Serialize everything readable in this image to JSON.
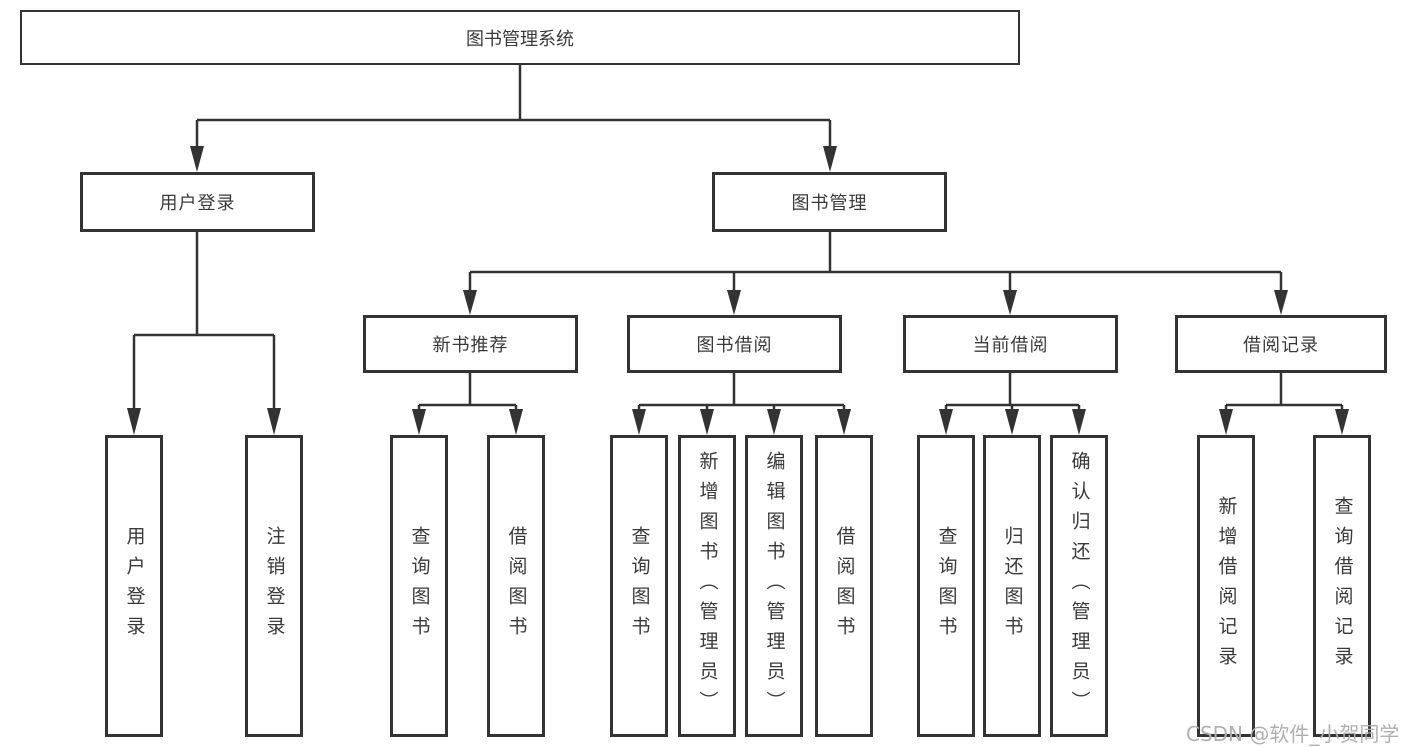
{
  "diagram": {
    "type": "hierarchy-tree",
    "root": {
      "label": "图书管理系统"
    },
    "level2": {
      "user_login": {
        "label": "用户登录"
      },
      "book_mgmt": {
        "label": "图书管理"
      }
    },
    "level3": {
      "new_book_rec": {
        "label": "新书推荐"
      },
      "book_borrow": {
        "label": "图书借阅"
      },
      "current_borrow": {
        "label": "当前借阅"
      },
      "borrow_record": {
        "label": "借阅记录"
      }
    },
    "leaves": {
      "user_login_leaf": {
        "label": "用户登录",
        "parent": "用户登录"
      },
      "logout": {
        "label": "注销登录",
        "parent": "用户登录"
      },
      "rec_query": {
        "label": "查询图书",
        "parent": "新书推荐"
      },
      "rec_borrow": {
        "label": "借阅图书",
        "parent": "新书推荐"
      },
      "bb_query": {
        "label": "查询图书",
        "parent": "图书借阅"
      },
      "bb_add": {
        "label": "新增图书（管理员）",
        "parent": "图书借阅"
      },
      "bb_edit": {
        "label": "编辑图书（管理员）",
        "parent": "图书借阅"
      },
      "bb_borrow": {
        "label": "借阅图书",
        "parent": "图书借阅"
      },
      "cb_query": {
        "label": "查询图书",
        "parent": "当前借阅"
      },
      "cb_return": {
        "label": "归还图书",
        "parent": "当前借阅"
      },
      "cb_confirm": {
        "label": "确认归还（管理员）",
        "parent": "当前借阅"
      },
      "br_add": {
        "label": "新增借阅记录",
        "parent": "借阅记录"
      },
      "br_query": {
        "label": "查询借阅记录",
        "parent": "借阅记录"
      }
    }
  },
  "watermark": "CSDN @软件_小贺同学",
  "colors": {
    "line": "#333333",
    "text": "#3a3a3a",
    "watermark": "#b0b0b0",
    "background": "#ffffff"
  }
}
